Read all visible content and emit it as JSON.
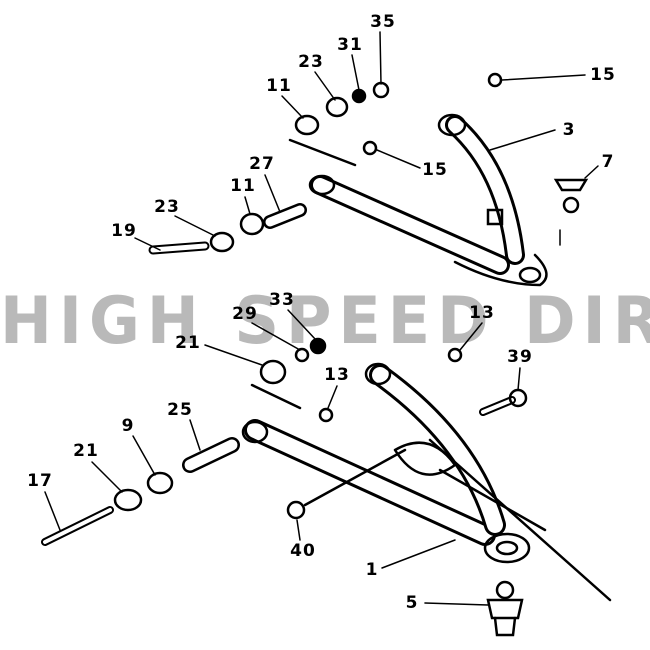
{
  "watermark": "HIGH SPEED DIRT!",
  "labels": {
    "p35": "35",
    "p31": "31",
    "p23a": "23",
    "p11a": "11",
    "p15a": "15",
    "p3": "3",
    "p15b": "15",
    "p7": "7",
    "p27": "27",
    "p11b": "11",
    "p23b": "23",
    "p19": "19",
    "p33": "33",
    "p29": "29",
    "p21a": "21",
    "p13a": "13",
    "p39": "39",
    "p13b": "13",
    "p25": "25",
    "p9": "9",
    "p21b": "21",
    "p17": "17",
    "p40": "40",
    "p1": "1",
    "p5": "5"
  }
}
